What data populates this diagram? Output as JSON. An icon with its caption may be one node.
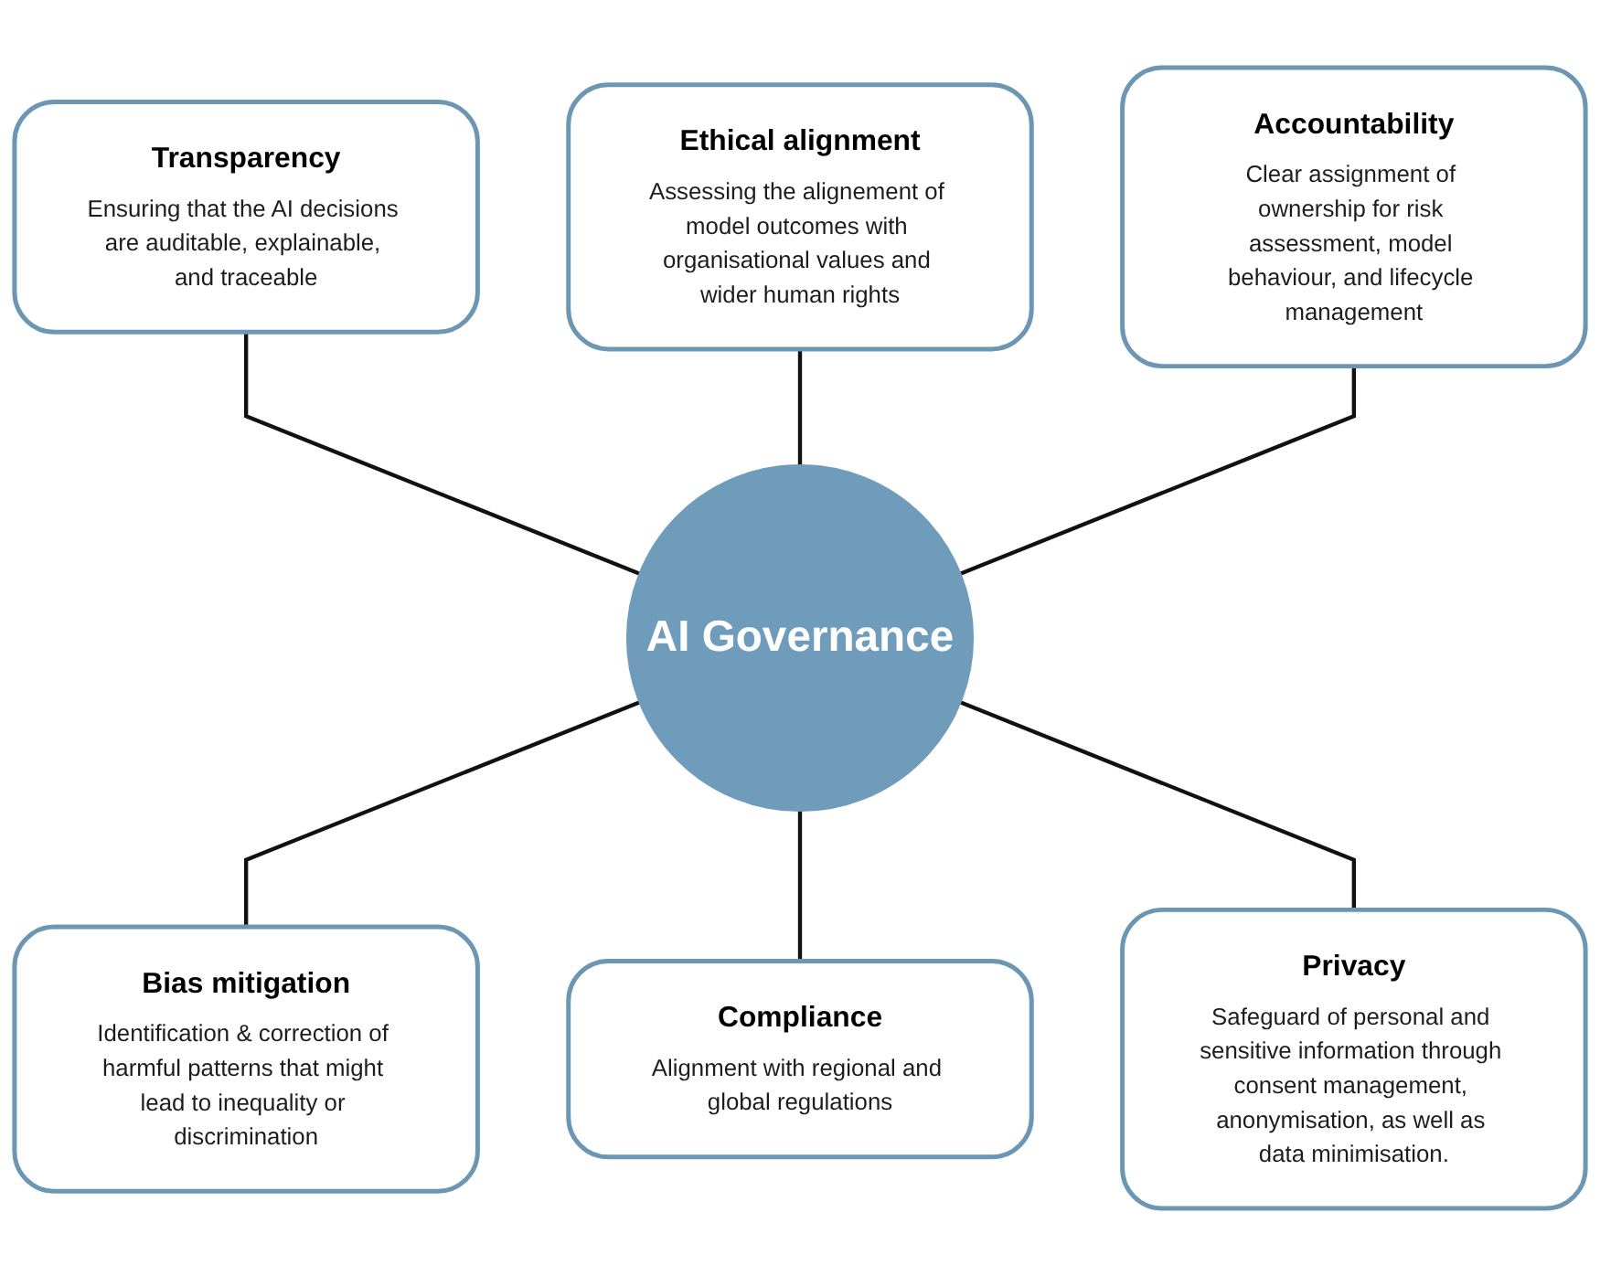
{
  "diagram": {
    "nodes": [
      {
        "text": [
          "Ethical alignment",
          "Assessing the alignement of model outcomes with organisational values and wider human rights"
        ]
      },
      {
        "text": [
          "Transparency",
          "Ensuring that the AI decisions are auditable, explainable, and traceable"
        ]
      },
      {
        "text": [
          "Accountability",
          "Clear assignment of ownership for risk assessment, model behaviour, and lifecycle management"
        ]
      },
      {
        "text": [
          "AI Governance"
        ]
      },
      {
        "text": [
          "Bias mitigation",
          "Identification & correction of harmful patterns that might lead to inequality or discrimination"
        ]
      },
      {
        "text": [
          "Privacy",
          "Safeguard of personal and sensitive information through consent management, anonymisation, as well as data minimisation."
        ]
      },
      {
        "text": [
          "Compliance",
          "Alignment with regional and global regulations"
        ]
      }
    ],
    "edges": [
      {
        "from": 1,
        "to": 3,
        "arrow": "none"
      },
      {
        "from": 0,
        "to": 3,
        "arrow": "none"
      },
      {
        "from": 2,
        "to": 3,
        "arrow": "none"
      },
      {
        "from": 3,
        "to": 4,
        "arrow": "none"
      },
      {
        "from": 3,
        "to": 6,
        "arrow": "none"
      },
      {
        "from": 3,
        "to": 5,
        "arrow": "none"
      }
    ]
  }
}
